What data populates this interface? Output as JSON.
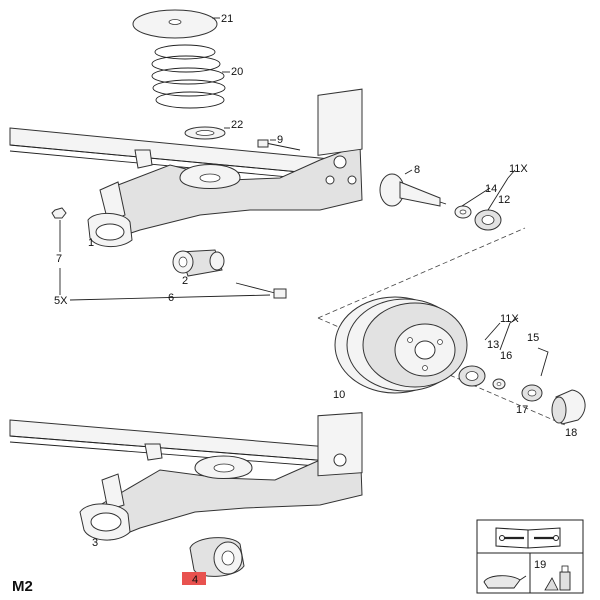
{
  "diagram": {
    "page_code": "M2",
    "highlight_color": "#e8524f",
    "callouts": {
      "c21": "21",
      "c20": "20",
      "c22": "22",
      "c9": "9",
      "c8": "8",
      "c11x_top": "11X",
      "c14": "14",
      "c12": "12",
      "c1": "1",
      "c2": "2",
      "c7": "7",
      "c6": "6",
      "c5x": "5X",
      "c11x_mid": "11X",
      "c15": "15",
      "c13": "13",
      "c16": "16",
      "c10": "10",
      "c17": "17",
      "c18": "18",
      "c3": "3",
      "c4": "4",
      "c19": "19"
    },
    "icons": {
      "manual": "repair-manual-icon",
      "grease": "lubricant-icon"
    }
  }
}
